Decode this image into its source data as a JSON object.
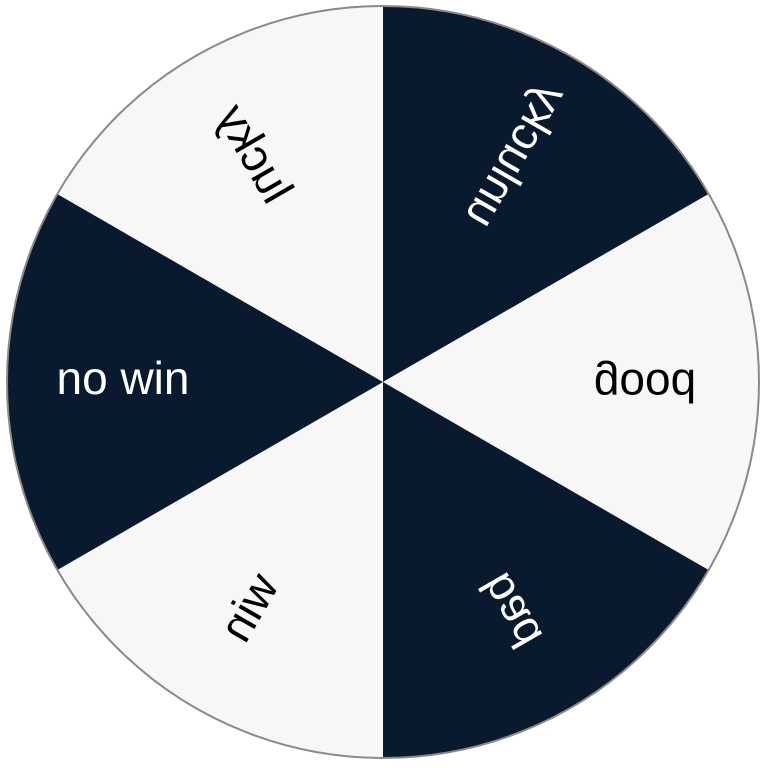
{
  "wheel": {
    "colors": {
      "dark": "#0a1a2e",
      "light": "#f7f7f7",
      "rim": "#8a8a8a",
      "text_on_dark": "#ffffff",
      "text_on_light": "#000000"
    },
    "segments": [
      {
        "id": "unlucky",
        "label": "unlucky",
        "shade": "dark"
      },
      {
        "id": "good",
        "label": "good",
        "shade": "light"
      },
      {
        "id": "bad",
        "label": "bad",
        "shade": "dark"
      },
      {
        "id": "win",
        "label": "win",
        "shade": "light"
      },
      {
        "id": "no-win",
        "label": "no win",
        "shade": "dark"
      },
      {
        "id": "lucky",
        "label": "lucky",
        "shade": "light"
      }
    ]
  }
}
